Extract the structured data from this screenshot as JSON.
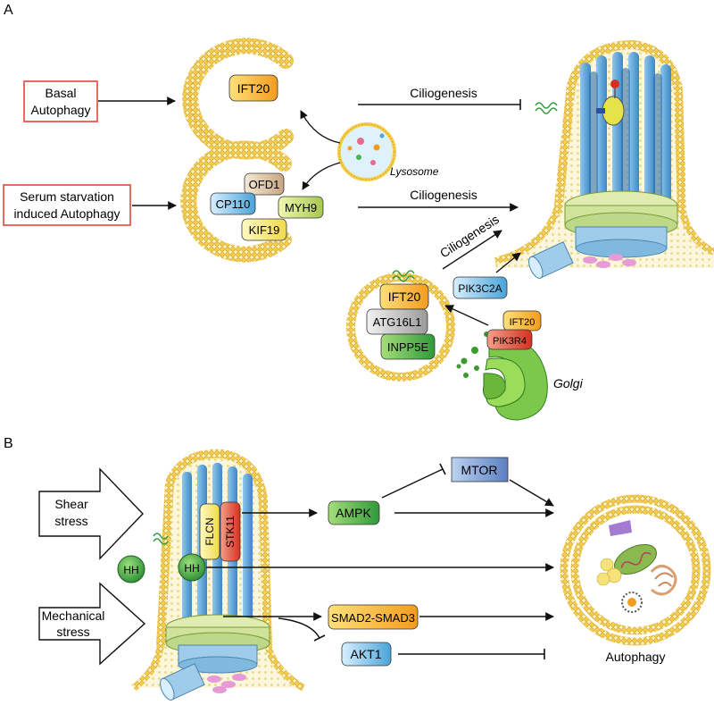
{
  "panel_a": {
    "label": "A",
    "basal_autophagy": [
      "Basal",
      "Autophagy"
    ],
    "serum_autophagy": [
      "Serum starvation",
      "induced Autophagy"
    ],
    "ift20_phagophore": "IFT20",
    "ciliogenesis_top": "Ciliogenesis",
    "ciliogenesis_mid": "Ciliogenesis",
    "ciliogenesis_diag": "Ciliogenesis",
    "lysosome": "Lysosome",
    "ofd1": "OFD1",
    "cp110": "CP110",
    "myh9": "MYH9",
    "kif19": "KIF19",
    "pik3c2a": "PIK3C2A",
    "vesicle_ift20": "IFT20",
    "atg16l1": "ATG16L1",
    "inpp5e": "INPP5E",
    "golgi_ift20": "IFT20",
    "pik3r4": "PIK3R4",
    "golgi": "Golgi"
  },
  "panel_b": {
    "label": "B",
    "shear_stress": [
      "Shear",
      "stress"
    ],
    "mechanical_stress": [
      "Mechanical",
      "stress"
    ],
    "hh_outside": "HH",
    "hh_cilium": "HH",
    "flcn": "FLCN",
    "stk11": "STK11",
    "ampk": "AMPK",
    "mtor": "MTOR",
    "smad": "SMAD2-SMAD3",
    "akt1": "AKT1",
    "autophagy": "Autophagy"
  },
  "colors": {
    "membrane": "#f4c430",
    "membrane_dark": "#c98c12",
    "red_box": "#e0483c",
    "axoneme": "#5aa0d6",
    "base": "#cfe0a0",
    "green": "#4caf50",
    "orange": "#f5a623"
  }
}
